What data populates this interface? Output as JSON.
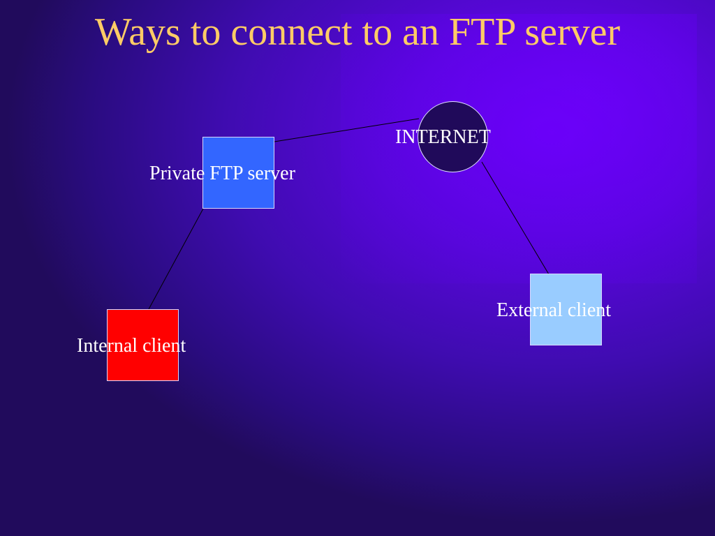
{
  "slide": {
    "title": "Ways to connect to an FTP server"
  },
  "diagram": {
    "nodes": [
      {
        "id": "internet",
        "label": "INTERNET",
        "shape": "circle",
        "color": "#200a5a"
      },
      {
        "id": "private_ftp_server",
        "label": "Private FTP server",
        "shape": "square",
        "color": "#3366ff"
      },
      {
        "id": "internal_client",
        "label": "Internal client",
        "shape": "square",
        "color": "#ff0000"
      },
      {
        "id": "external_client",
        "label": "External client",
        "shape": "square",
        "color": "#99ccff"
      }
    ],
    "edges": [
      {
        "from": "private_ftp_server",
        "to": "internet"
      },
      {
        "from": "internet",
        "to": "external_client"
      },
      {
        "from": "private_ftp_server",
        "to": "internal_client"
      }
    ]
  },
  "colors": {
    "title": "#ffcc66",
    "label": "#ffffff",
    "background": "#3a0ca0"
  }
}
